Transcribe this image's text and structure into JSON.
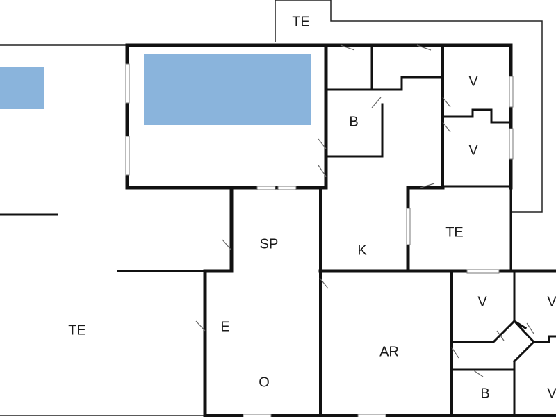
{
  "colors": {
    "wall": "#111111",
    "pool_water": "#8ab4dc",
    "background": "#ffffff"
  },
  "rooms": {
    "terrace_top": "TE",
    "bath_upper": "B",
    "bedroom_upper_1": "V",
    "bedroom_upper_2": "V",
    "spa": "SP",
    "kitchen": "K",
    "terrace_right": "TE",
    "terrace_left": "TE",
    "entrance": "E",
    "hall": "O",
    "living": "AR",
    "bedroom_lower_1": "V",
    "bedroom_lower_2": "V",
    "bath_lower": "B",
    "bedroom_lower_3": "V"
  },
  "icons": {
    "pool": "pool-icon",
    "outdoor_pool": "outdoor-pool-icon"
  }
}
